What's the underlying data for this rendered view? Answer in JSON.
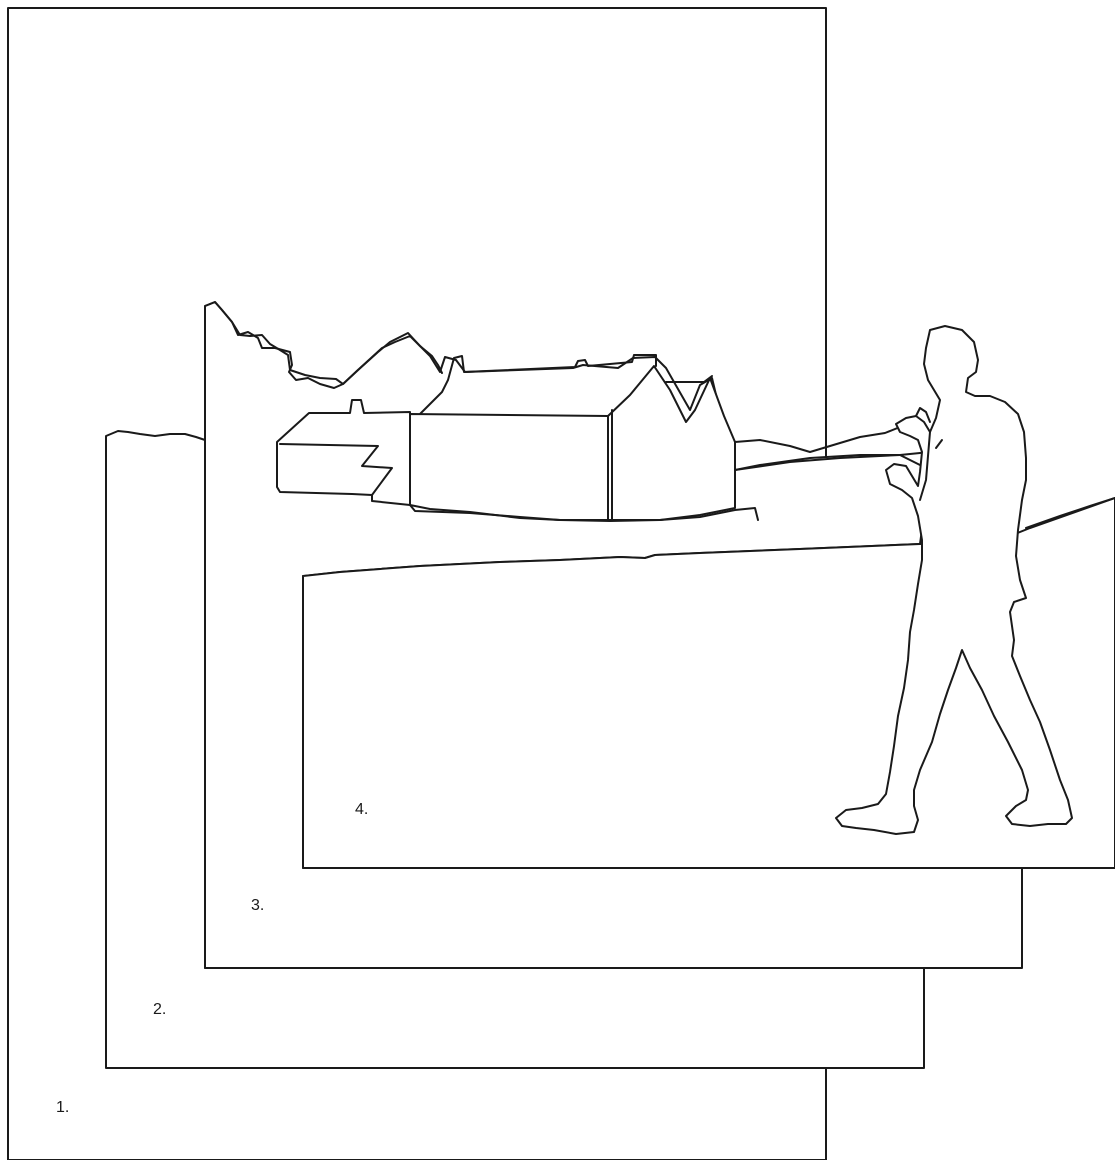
{
  "layers": [
    {
      "id": 1,
      "label": "1."
    },
    {
      "id": 2,
      "label": "2."
    },
    {
      "id": 3,
      "label": "3."
    },
    {
      "id": 4,
      "label": "4."
    }
  ],
  "colors": {
    "stroke": "#1a1a1a",
    "background": "#ffffff"
  },
  "icons": {
    "building": "farmhouse-outline",
    "figure": "walking-person-silhouette"
  }
}
